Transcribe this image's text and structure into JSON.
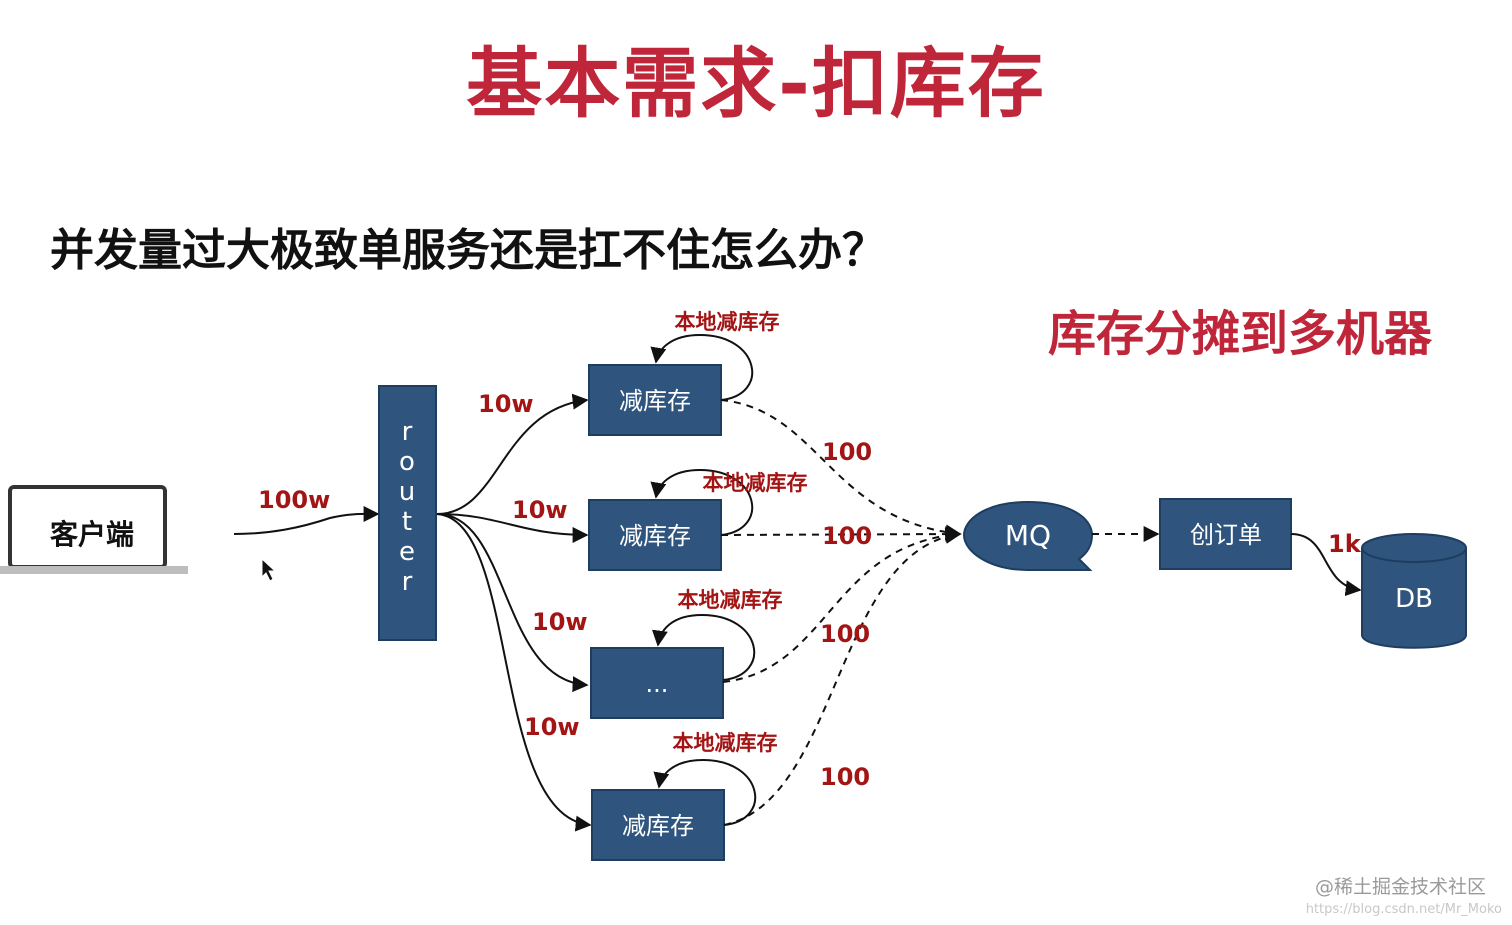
{
  "title": "基本需求-扣库存",
  "question": "并发量过大极致单服务还是扛不住怎么办？",
  "subtitle": "库存分摊到多机器",
  "colors": {
    "title_red": "#c0263a",
    "label_red": "#a31515",
    "box_blue": "#2f557f",
    "box_border": "#1e3d5f"
  },
  "nodes": {
    "client": "客户端",
    "router": "router",
    "reduce_stock_1": "减库存",
    "reduce_stock_2": "减库存",
    "reduce_stock_3": "...",
    "reduce_stock_4": "减库存",
    "mq": "MQ",
    "create_order": "创订单",
    "db": "DB"
  },
  "edges": {
    "client_to_router": "100w",
    "router_to_1": "10w",
    "router_to_2": "10w",
    "router_to_3": "10w",
    "router_to_4": "10w",
    "node1_to_mq": "100",
    "node2_to_mq": "100",
    "node3_to_mq": "100",
    "node4_to_mq": "100",
    "order_to_db": "1k",
    "self_loop_label": "本地减库存"
  },
  "watermark": {
    "text": "@稀土掘金技术社区",
    "url": "https://blog.csdn.net/Mr_Moko"
  }
}
